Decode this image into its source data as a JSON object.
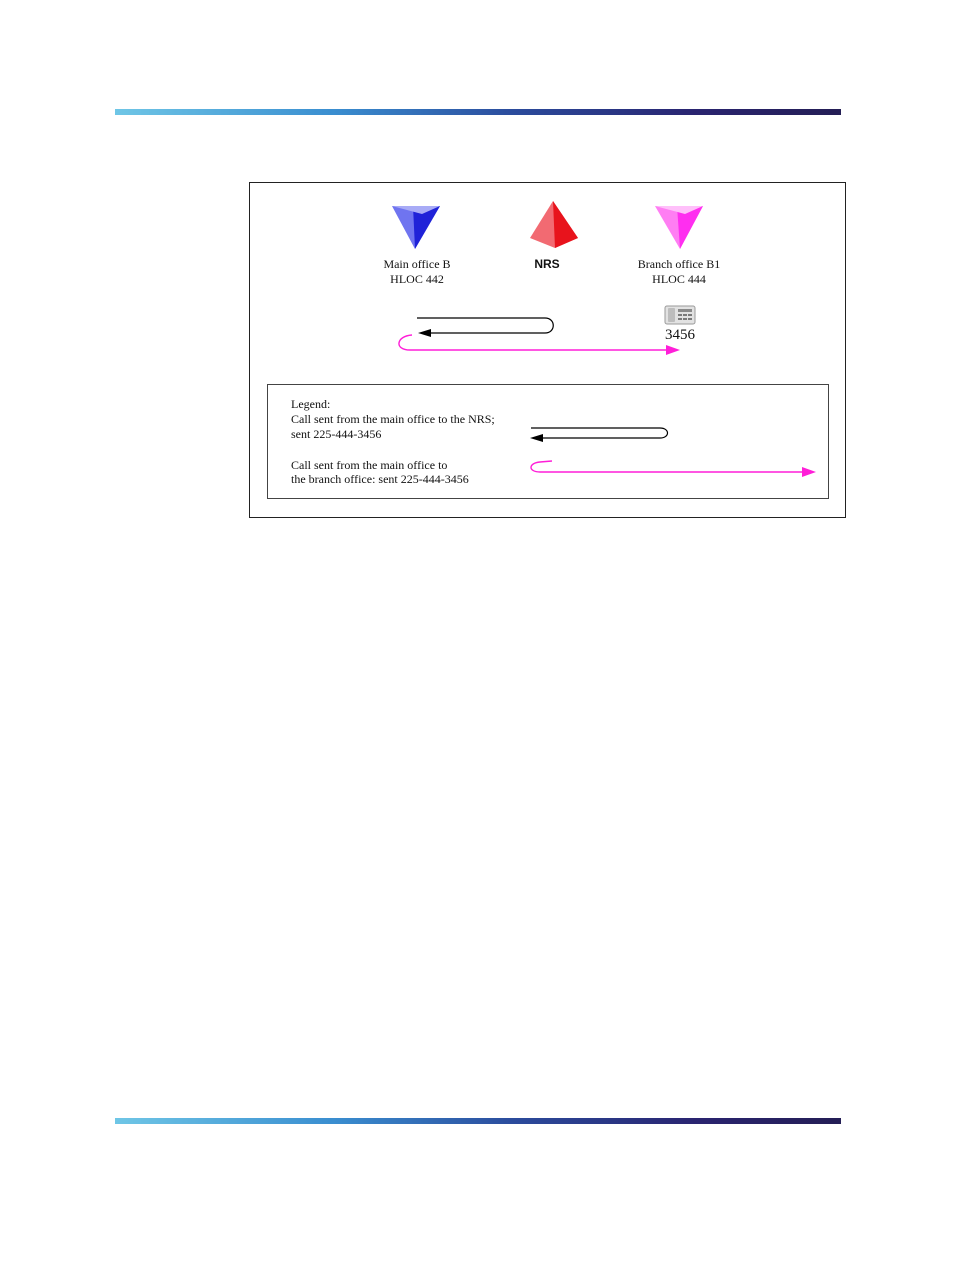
{
  "diagram": {
    "nodes": [
      {
        "id": "main-office",
        "line1": "Main office B",
        "line2": "HLOC 442",
        "color": "#2a2ee8"
      },
      {
        "id": "nrs",
        "line1": "NRS",
        "line2": "",
        "color": "#e8151e"
      },
      {
        "id": "branch-office",
        "line1": "Branch office B1",
        "line2": "HLOC 444",
        "color": "#ff3df2"
      }
    ],
    "phone": {
      "extension": "3456"
    },
    "legend": {
      "title": "Legend:",
      "entries": [
        {
          "line1": "Call sent from the main office to the NRS;",
          "line2": "sent 225-444-3456",
          "color": "#000000"
        },
        {
          "line1": "Call sent from the main office to",
          "line2": "the branch office: sent 225-444-3456",
          "color": "#ff1ed8"
        }
      ]
    }
  }
}
